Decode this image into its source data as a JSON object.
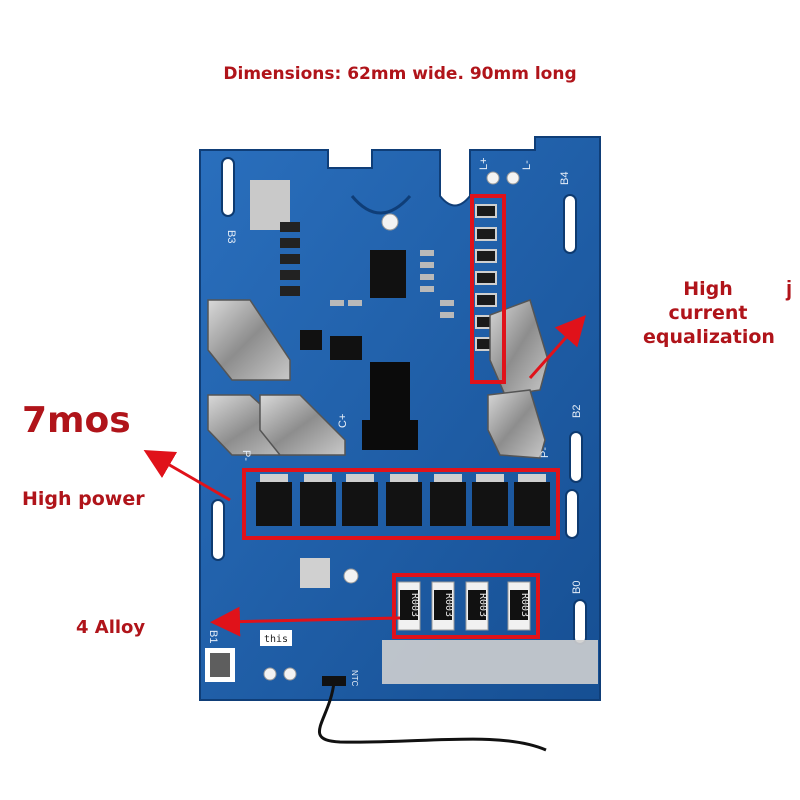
{
  "captions": {
    "dimensions": "Dimensions: 62mm wide. 90mm long",
    "mos_count": "7mos",
    "high_power": "High power",
    "alloy": "4 Alloy",
    "high_current_line1": "High current",
    "high_current_line2": "equalization",
    "stray_glyph": "j"
  },
  "board_labels": {
    "b4": "B4",
    "b3": "B3",
    "b2": "B2",
    "b1": "B1",
    "b0": "B0",
    "c_plus": "C+",
    "p_minus_left": "P-",
    "p_minus_right": "P-",
    "l_plus": "L+",
    "l_minus": "L-",
    "ntc": "NTC",
    "this_tag": "this"
  },
  "alloy_resistors": [
    "R003",
    "R003",
    "R003",
    "R003"
  ],
  "colors": {
    "caption_red": "#b0141a",
    "highlight_red": "#e0121a",
    "pcb_blue": "#1e5fa8",
    "silkscreen": "#e6eef8"
  }
}
